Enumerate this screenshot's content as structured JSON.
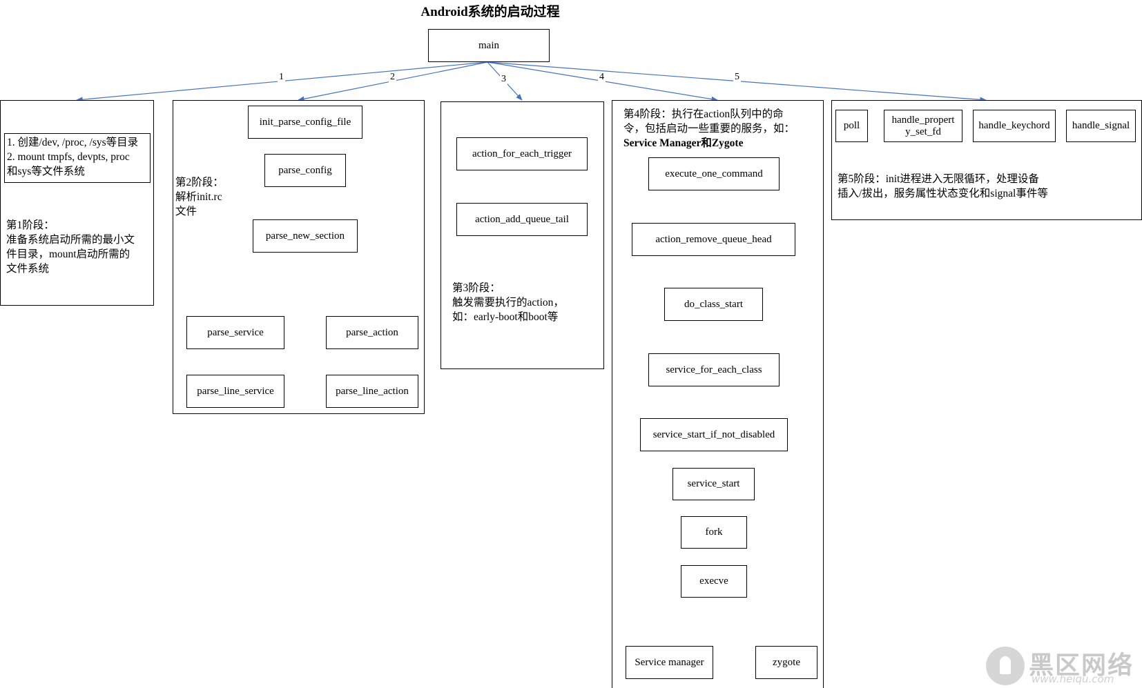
{
  "title": "Android系统的启动过程",
  "root": "main",
  "edge_labels": [
    "1",
    "2",
    "3",
    "4",
    "5"
  ],
  "stage1": {
    "list_lines": [
      "1. 创建/dev, /proc, /sys等目录",
      "2. mount  tmpfs, devpts, proc",
      "和sys等文件系统"
    ],
    "note_lines": [
      "第1阶段：",
      "准备系统启动所需的最小文",
      "件目录，mount启动所需的",
      "文件系统"
    ]
  },
  "stage2": {
    "nodes": {
      "init_parse_config_file": "init_parse_config_file",
      "parse_config": "parse_config",
      "parse_new_section": "parse_new_section",
      "parse_service": "parse_service",
      "parse_action": "parse_action",
      "parse_line_service": "parse_line_service",
      "parse_line_action": "parse_line_action"
    },
    "note_lines": [
      "第2阶段：",
      "解析init.rc",
      "文件"
    ]
  },
  "stage3": {
    "nodes": {
      "action_for_each_trigger": "action_for_each_trigger",
      "action_add_queue_tail": "action_add_queue_tail"
    },
    "note_lines": [
      "第3阶段：",
      "触发需要执行的action，",
      "如：early-boot和boot等"
    ]
  },
  "stage4": {
    "note_lines": [
      "第4阶段：执行在action队列中的命",
      "令，包括启动一些重要的服务，如：",
      "Service Manager和Zygote"
    ],
    "nodes": {
      "execute_one_command": "execute_one_command",
      "action_remove_queue_head": "action_remove_queue_head",
      "do_class_start": "do_class_start",
      "service_for_each_class": "service_for_each_class",
      "service_start_if_not_disabled": "service_start_if_not_disabled",
      "service_start": "service_start",
      "fork": "fork",
      "execve": "execve",
      "service_manager": "Service manager",
      "zygote": "zygote"
    }
  },
  "stage5": {
    "nodes": {
      "poll": "poll",
      "handle_property_set_fd": "handle_propert y_set_fd",
      "handle_keychord": "handle_keychord",
      "handle_signal": "handle_signal"
    },
    "note_lines": [
      "第5阶段：init进程进入无限循环，处理设备",
      "插入/拔出，服务属性状态变化和signal事件等"
    ]
  },
  "watermark": {
    "text": "黑区网络",
    "url": "www.heiqu.com"
  },
  "colors": {
    "arrow": "#4472c4",
    "border": "#000000"
  }
}
